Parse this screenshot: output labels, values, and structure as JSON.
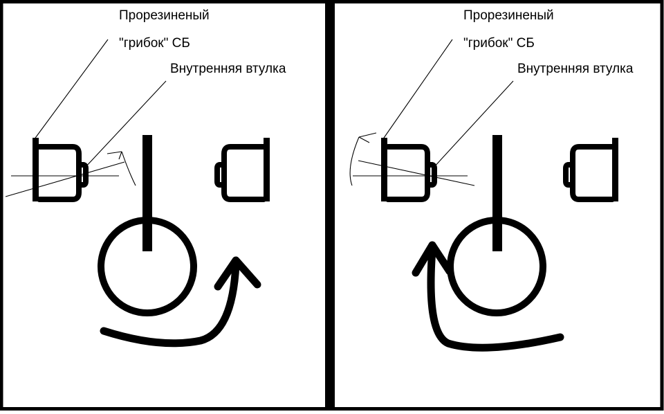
{
  "diagram": {
    "title": "Прорезиненый \"грибок\" СБ / Внутренняя втулка — схема установки",
    "border_color": "#000000",
    "line_color": "#000000",
    "background": "#ffffff",
    "panels": [
      {
        "id": "left",
        "name": "panel-left",
        "labels": [
          {
            "name": "label-rubber-mushroom-line1",
            "text": "Прорезиненый"
          },
          {
            "name": "label-rubber-mushroom-line2",
            "text": "\"грибок\" СБ"
          },
          {
            "name": "label-inner-bushing",
            "text": "Внутренняя втулка"
          }
        ],
        "parts": [
          {
            "name": "mounting-plate-left",
            "kind": "plate"
          },
          {
            "name": "rubber-mushroom-body-left",
            "kind": "rounded-body"
          },
          {
            "name": "inner-bushing-nub-left",
            "kind": "nub",
            "side": "right"
          },
          {
            "name": "centerline-left",
            "kind": "axis"
          },
          {
            "name": "mounting-plate-center",
            "kind": "plate"
          },
          {
            "name": "rubber-mushroom-body-right",
            "kind": "rounded-body"
          },
          {
            "name": "inner-bushing-nub-right",
            "kind": "nub",
            "side": "left"
          },
          {
            "name": "mounting-plate-right",
            "kind": "plate"
          },
          {
            "name": "rotation-post",
            "kind": "post"
          },
          {
            "name": "rotation-circle",
            "kind": "circle"
          },
          {
            "name": "direction-arrow",
            "kind": "curved-arrow",
            "direction": "up-right"
          },
          {
            "name": "small-hint-arrow",
            "kind": "thin-curved-arrow",
            "direction": "up-left"
          }
        ]
      },
      {
        "id": "right",
        "name": "panel-right",
        "labels": [
          {
            "name": "label-rubber-mushroom-line1",
            "text": "Прорезиненый"
          },
          {
            "name": "label-rubber-mushroom-line2",
            "text": "\"грибок\" СБ"
          },
          {
            "name": "label-inner-bushing",
            "text": "Внутренняя втулка"
          }
        ],
        "parts": [
          {
            "name": "mounting-plate-left",
            "kind": "plate"
          },
          {
            "name": "rubber-mushroom-body-left",
            "kind": "rounded-body"
          },
          {
            "name": "inner-bushing-nub-left",
            "kind": "nub",
            "side": "right"
          },
          {
            "name": "centerline-left",
            "kind": "axis"
          },
          {
            "name": "mounting-plate-center",
            "kind": "plate"
          },
          {
            "name": "rubber-mushroom-body-right",
            "kind": "rounded-body"
          },
          {
            "name": "inner-bushing-nub-right",
            "kind": "nub",
            "side": "left"
          },
          {
            "name": "mounting-plate-right",
            "kind": "plate"
          },
          {
            "name": "rotation-post",
            "kind": "post"
          },
          {
            "name": "rotation-circle",
            "kind": "circle"
          },
          {
            "name": "direction-arrow",
            "kind": "curved-arrow",
            "direction": "up-left"
          },
          {
            "name": "small-hint-arrow",
            "kind": "thin-curved-arrow",
            "direction": "up-right"
          }
        ]
      }
    ]
  }
}
